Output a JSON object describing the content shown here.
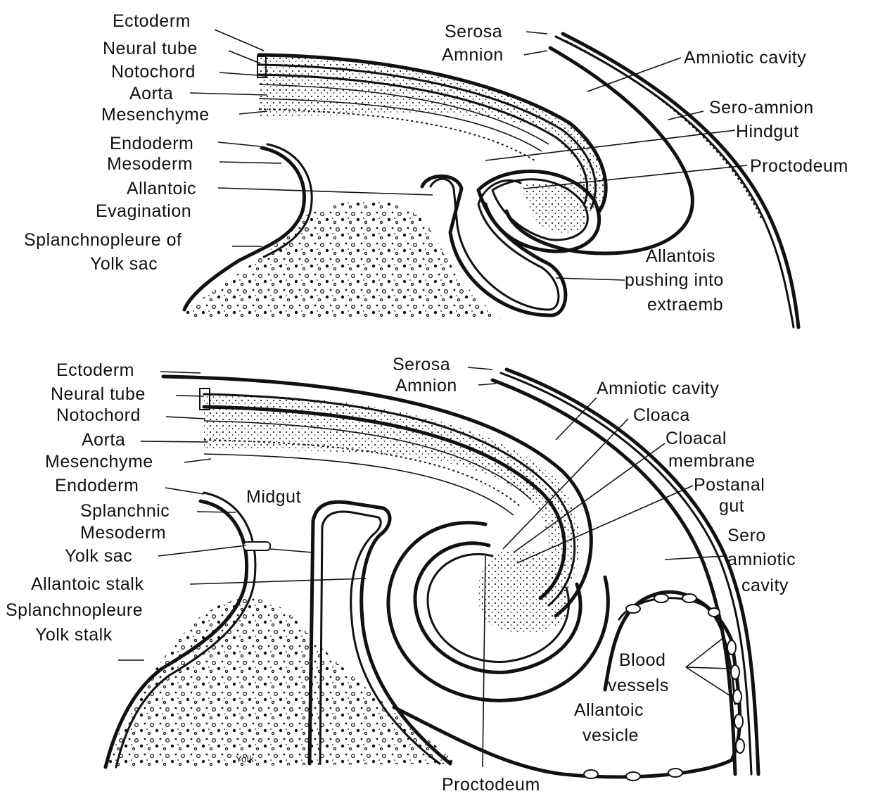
{
  "colors": {
    "ink": "#111111",
    "paper": "#ffffff"
  },
  "top_diagram": {
    "labels": {
      "ectoderm": "Ectoderm",
      "neural_tube": "Neural tube",
      "notochord": "Notochord",
      "aorta": "Aorta",
      "mesenchyme": "Mesenchyme",
      "endoderm": "Endoderm",
      "mesoderm": "Mesoderm",
      "allantoic_evagination_1": "Allantoic",
      "allantoic_evagination_2": "Evagination",
      "splanchnopleure_1": "Splanchnopleure of",
      "splanchnopleure_2": "Yolk sac",
      "serosa": "Serosa",
      "amnion": "Amnion",
      "amniotic_cavity": "Amniotic cavity",
      "sero_amnion": "Sero-amnion",
      "hindgut": "Hindgut",
      "proctodeum": "Proctodeum",
      "allantois_1": "Allantois",
      "allantois_2": "pushing into",
      "allantois_3": "extraemb"
    }
  },
  "bottom_diagram": {
    "labels": {
      "ectoderm": "Ectoderm",
      "neural_tube": "Neural tube",
      "notochord": "Notochord",
      "aorta": "Aorta",
      "mesenchyme": "Mesenchyme",
      "endoderm": "Endoderm",
      "midgut": "Midgut",
      "splanchnic_1": "Splanchnic",
      "splanchnic_2": "Mesoderm",
      "yolk_sac": "Yolk sac",
      "allantoic_stalk": "Allantoic stalk",
      "splanchnopleure": "Splanchnopleure",
      "yolk_stalk": "Yolk stalk",
      "yolk_mark": "Yolk",
      "serosa": "Serosa",
      "amnion": "Amnion",
      "amniotic_cavity": "Amniotic cavity",
      "cloaca": "Cloaca",
      "cloacal_membrane_1": "Cloacal",
      "cloacal_membrane_2": "membrane",
      "postanal_gut_1": "Postanal",
      "postanal_gut_2": "gut",
      "sero_amniotic_1": "Sero",
      "sero_amniotic_2": "amniotic",
      "sero_amniotic_3": "cavity",
      "blood_vessels_1": "Blood",
      "blood_vessels_2": "vessels",
      "allantoic_vesicle_1": "Allantoic",
      "allantoic_vesicle_2": "vesicle",
      "proctodeum": "Proctodeum"
    }
  }
}
